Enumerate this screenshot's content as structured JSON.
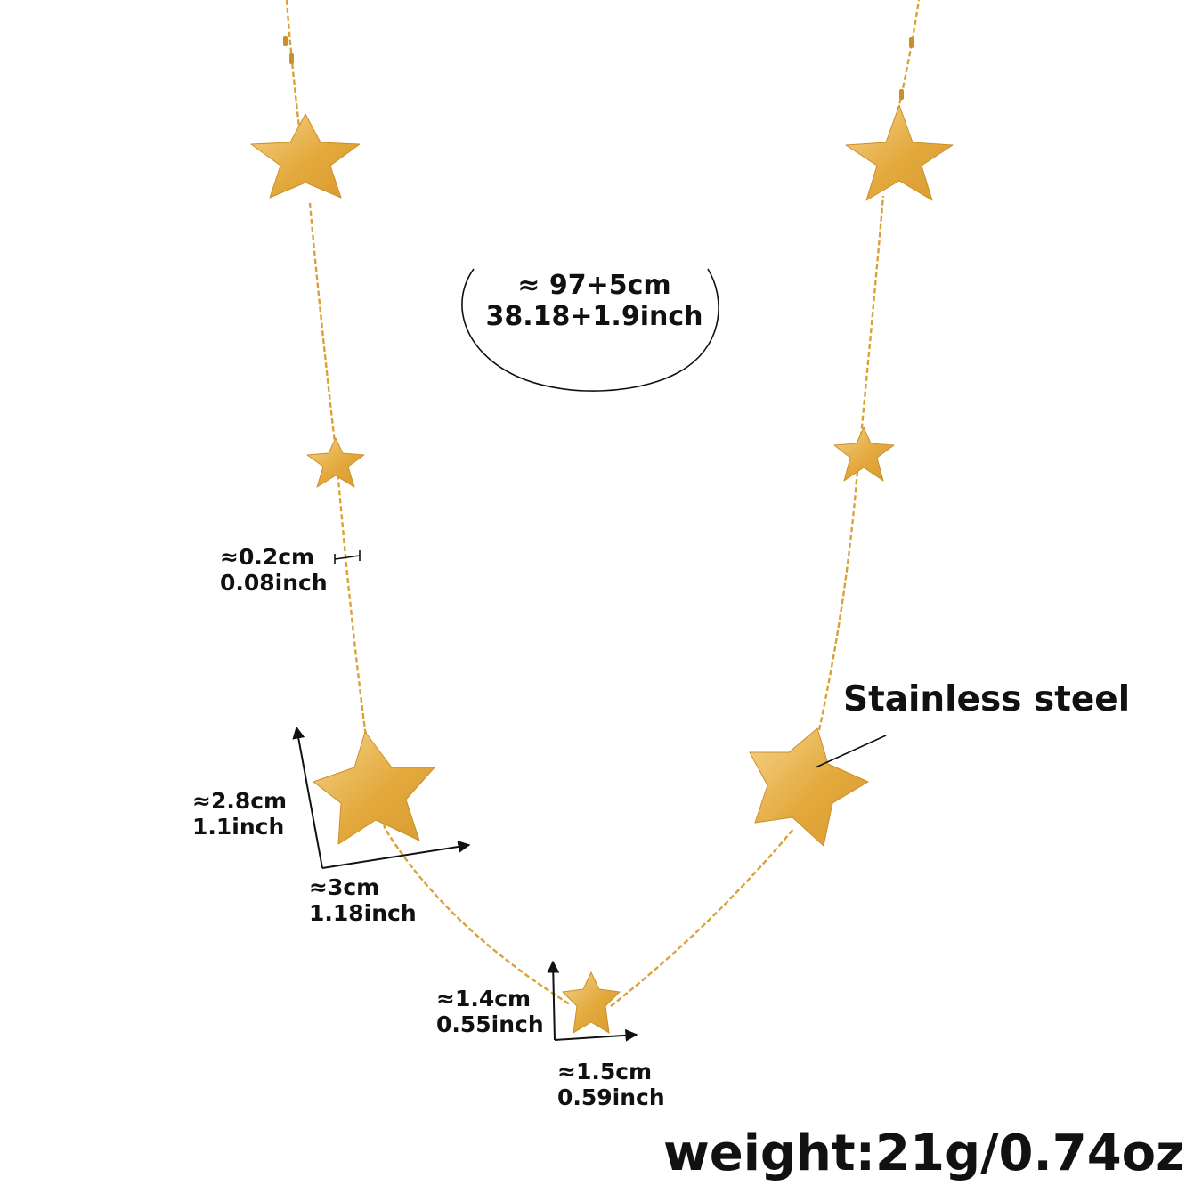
{
  "image": {
    "background": "#ffffff",
    "gold_color": "#e3a93c",
    "gold_highlight": "#f6d28a",
    "text_color": "#111111"
  },
  "product": {
    "material": "Stainless steel",
    "weight": "weight:21g/0.74oz"
  },
  "dimensions": {
    "length": {
      "cm": "≈ 97+5cm",
      "inch": "38.18+1.9inch"
    },
    "chain_width": {
      "cm": "≈0.2cm",
      "inch": "0.08inch"
    },
    "large_star_height": {
      "cm": "≈2.8cm",
      "inch": "1.1inch"
    },
    "large_star_width": {
      "cm": "≈3cm",
      "inch": "1.18inch"
    },
    "small_star_height": {
      "cm": "≈1.4cm",
      "inch": "0.55inch"
    },
    "small_star_width": {
      "cm": "≈1.5cm",
      "inch": "0.59inch"
    }
  },
  "icons": [
    "star-pendant-icon",
    "dimension-arrow-icon"
  ]
}
